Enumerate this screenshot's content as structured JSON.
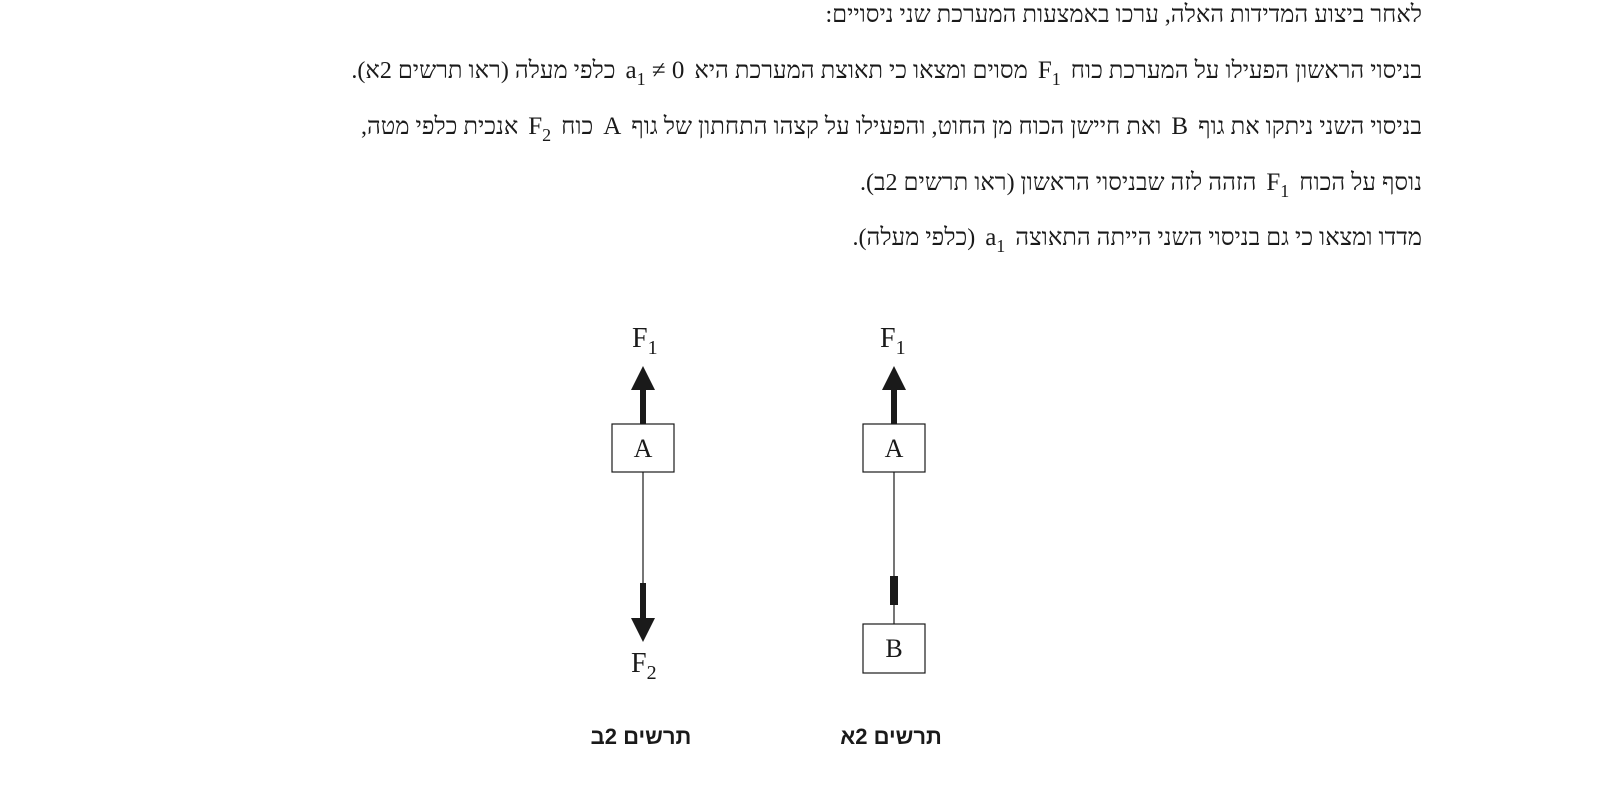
{
  "text": {
    "lines": [
      [
        {
          "t": "לאחר ביצוע המדידות האלה, ערכו באמצעות המערכת שני ניסויים:"
        }
      ],
      [
        {
          "t": "בניסוי הראשון הפעילו על המערכת כוח"
        },
        {
          "m": "F",
          "s": "1"
        },
        {
          "t": "מסוים ומצאו כי תאוצת המערכת היא"
        },
        {
          "m": "a",
          "s": "1",
          "r": " ≠ 0"
        },
        {
          "t": "כלפי מעלה (ראו תרשים 2א)."
        }
      ],
      [
        {
          "t": "בניסוי השני ניתקו את גוף"
        },
        {
          "m": "B"
        },
        {
          "t": "ואת חיישן הכוח מן החוט, והפעילו על קצהו התחתון של גוף"
        },
        {
          "m": "A"
        },
        {
          "t": "כוח"
        },
        {
          "m": "F",
          "s": "2"
        },
        {
          "t": "אנכית כלפי מטה,"
        }
      ],
      [
        {
          "t": "נוסף על הכוח"
        },
        {
          "m": "F",
          "s": "1"
        },
        {
          "t": "הזהה לזה שבניסוי הראשון (ראו תרשים 2ב)."
        }
      ],
      [
        {
          "t": "מדדו ומצאו כי גם בניסוי השני הייתה התאוצה"
        },
        {
          "m": "a",
          "s": "1"
        },
        {
          "t": "(כלפי מעלה)."
        }
      ]
    ]
  },
  "diagram_b": {
    "force_top": "F",
    "force_top_sub": "1",
    "box": "A",
    "force_bottom": "F",
    "force_bottom_sub": "2",
    "caption": "תרשים 2ב"
  },
  "diagram_a": {
    "force_top": "F",
    "force_top_sub": "1",
    "box_top": "A",
    "box_bottom": "B",
    "caption": "תרשים 2א"
  }
}
